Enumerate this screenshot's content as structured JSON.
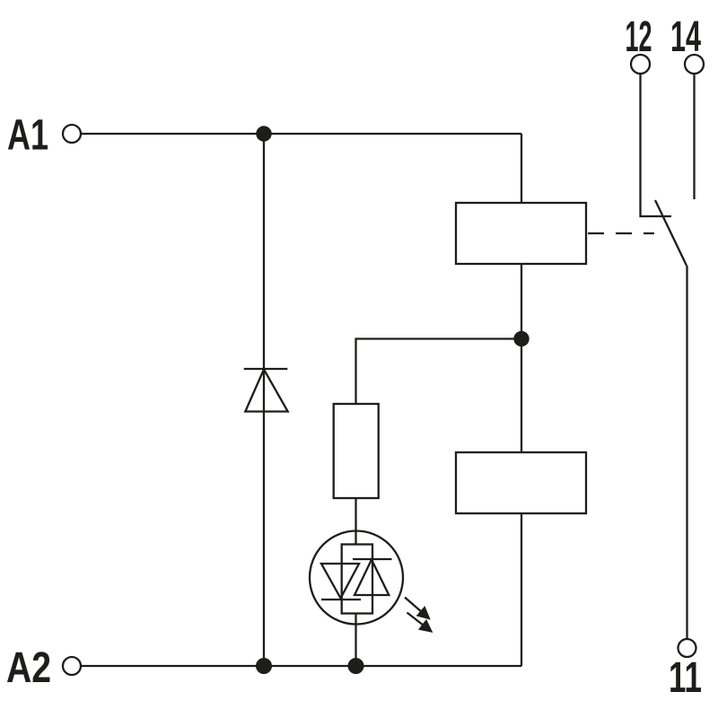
{
  "schematic": {
    "terminals": {
      "a1": "A1",
      "a2": "A2",
      "t12": "12",
      "t14": "14",
      "t11": "11"
    },
    "colors": {
      "line": "#1d1d1b",
      "background": "#ffffff"
    }
  }
}
